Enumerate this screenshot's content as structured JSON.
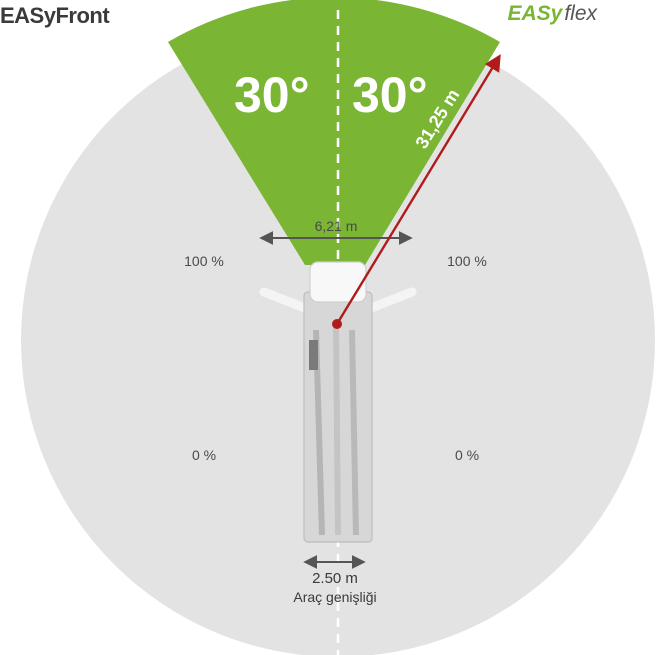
{
  "title": "EASyFront",
  "logo": {
    "bold_part": "EASy",
    "light_part": "flex",
    "color": "#7ab534"
  },
  "colors": {
    "zone_fill": "#e3e3e4",
    "sector_fill": "#7ab534",
    "reach_arrow": "#b01c1c",
    "text": "#4a4a4a"
  },
  "sector": {
    "left_angle_label": "30°",
    "right_angle_label": "30°"
  },
  "reach": {
    "label": "31,25 m"
  },
  "front_width": {
    "label": "6,21 m"
  },
  "zones": {
    "upper_left": "100 %",
    "upper_right": "100 %",
    "lower_left": "0 %",
    "lower_right": "0 %"
  },
  "vehicle_width": {
    "value": "2.50 m",
    "caption": "Araç genişliği"
  }
}
